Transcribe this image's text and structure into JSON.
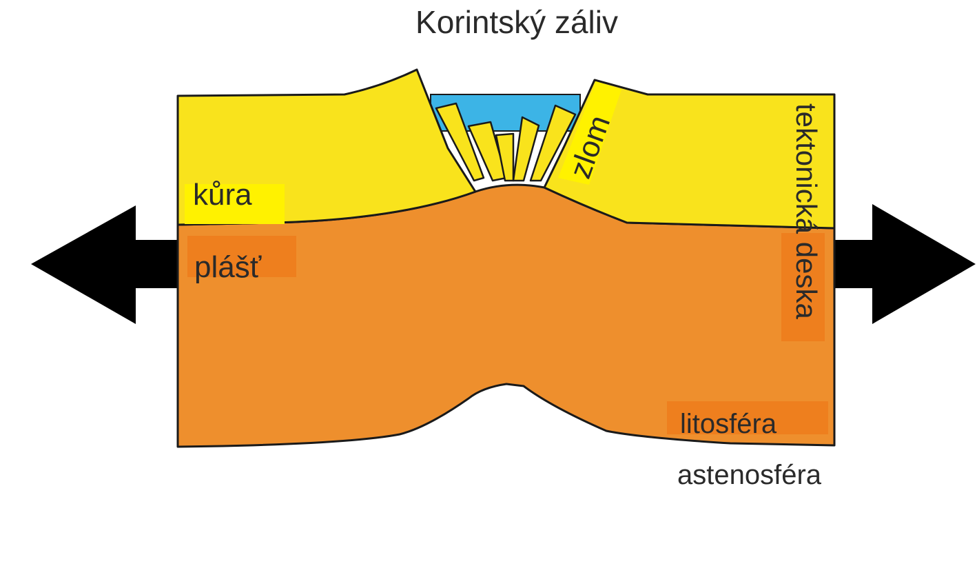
{
  "title": "Korintský záliv",
  "labels": {
    "crust": "kůra",
    "mantle": "plášť",
    "fault": "zlom",
    "plate": "tektonická deska",
    "lithosphere": "litosféra",
    "asthenosphere": "astenosféra"
  },
  "colors": {
    "crust": "#f9e31c",
    "crust_label_bg": "#fff200",
    "mantle": "#ee8f2d",
    "mantle_label_bg": "#ee7f1e",
    "water": "#3cb4e6",
    "arrow": "#000000",
    "outline": "#1a1a1a",
    "text": "#2a2a2a"
  },
  "icons": {
    "left_arrow": "arrow-left-icon",
    "right_arrow": "arrow-right-icon"
  }
}
